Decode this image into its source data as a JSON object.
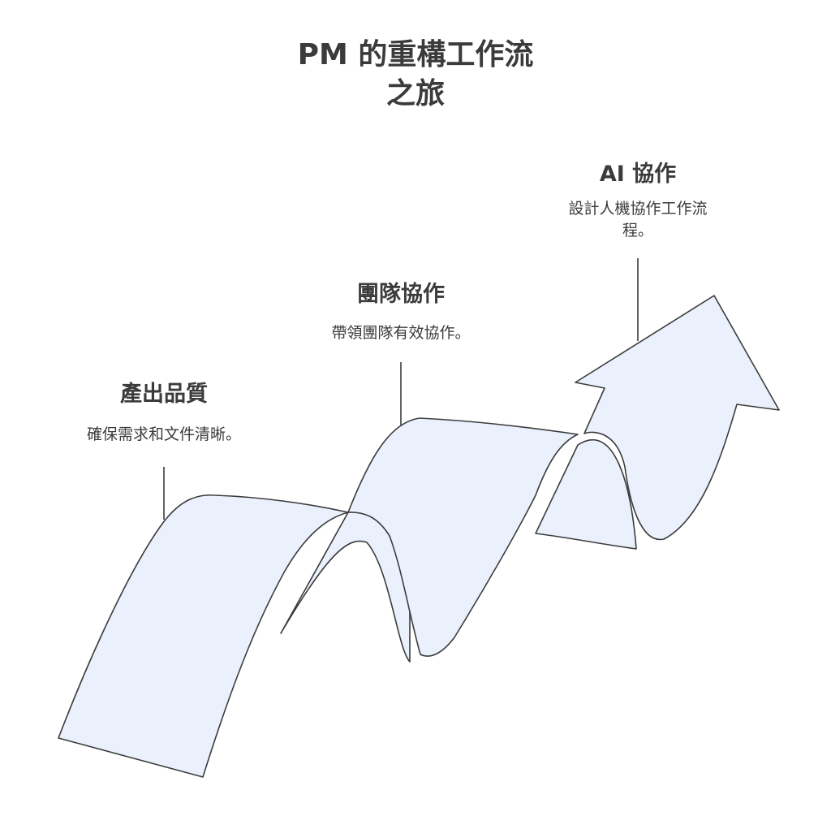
{
  "title": {
    "line1": "PM 的重構工作流",
    "line2": "之旅"
  },
  "stages": [
    {
      "heading": "產出品質",
      "description": "確保需求和文件清晰。"
    },
    {
      "heading": "團隊協作",
      "description": "帶領團隊有效協作。"
    },
    {
      "heading": "AI 協作",
      "description_line1": "設計人機協作工作流",
      "description_line2": "程。"
    }
  ],
  "colors": {
    "ribbon_fill": "#eaf1fd",
    "stroke": "#3c3c3c",
    "text": "#3b3b3b"
  }
}
